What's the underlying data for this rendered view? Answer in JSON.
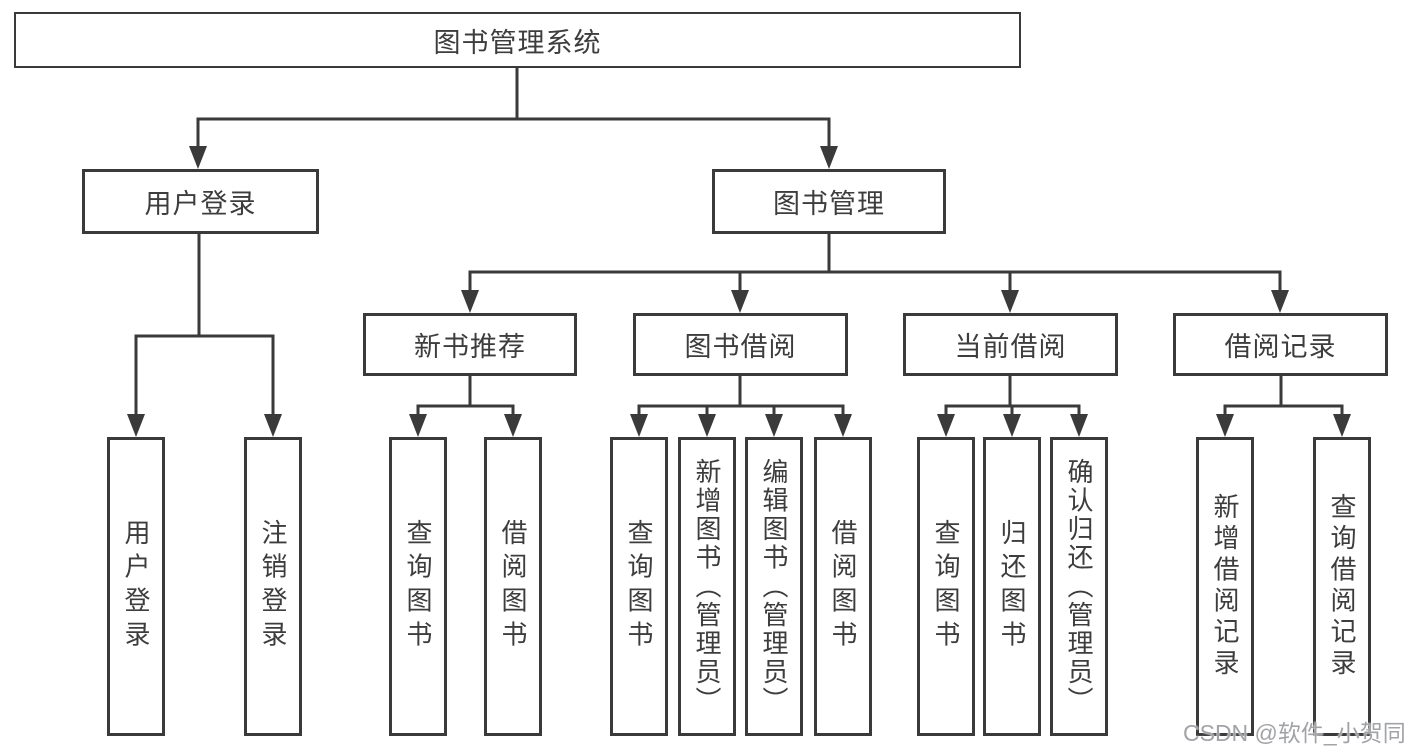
{
  "diagram": {
    "root": {
      "label": "图书管理系统"
    },
    "branches": [
      {
        "label": "用户登录",
        "children": [
          "用户登录",
          "注销登录"
        ]
      },
      {
        "label": "图书管理"
      }
    ],
    "modules": [
      {
        "label": "新书推荐",
        "children": [
          "查询图书",
          "借阅图书"
        ]
      },
      {
        "label": "图书借阅",
        "children": [
          "查询图书",
          "新增图书（管理员）",
          "编辑图书（管理员）",
          "借阅图书"
        ]
      },
      {
        "label": "当前借阅",
        "children": [
          "查询图书",
          "归还图书",
          "确认归还（管理员）"
        ]
      },
      {
        "label": "借阅记录",
        "children": [
          "新增借阅记录",
          "查询借阅记录"
        ]
      }
    ]
  },
  "watermark": {
    "text": "CSDN @软件_小贺同学"
  },
  "colors": {
    "line": "#3a3a3a",
    "text": "#3d3d3d",
    "box_background": "#ffffff",
    "page_background": "#ffffff",
    "watermark": "#919396"
  }
}
